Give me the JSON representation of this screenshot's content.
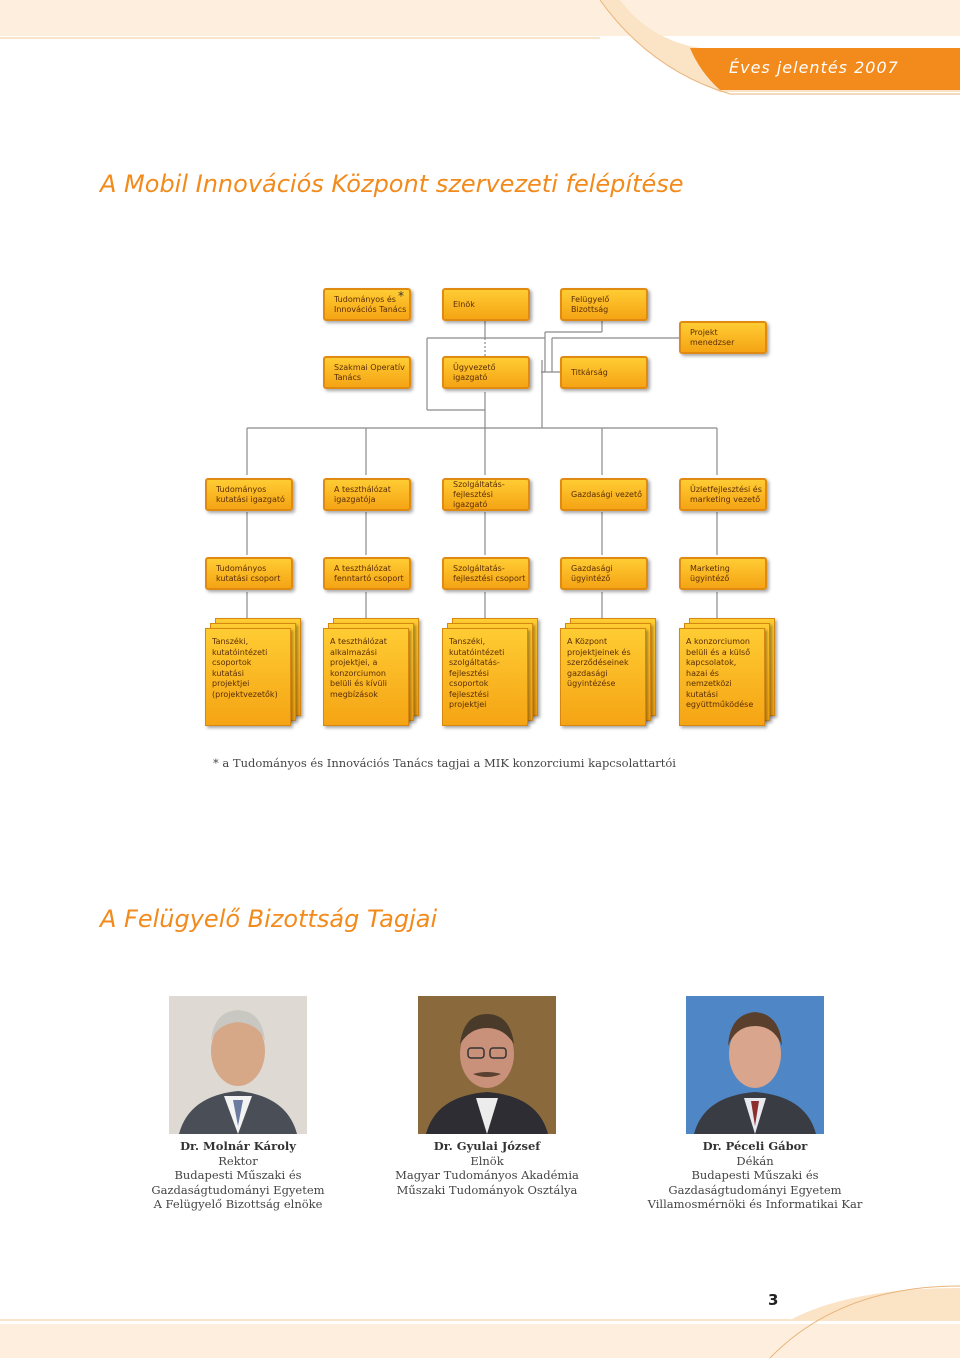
{
  "header": {
    "label": "Éves jelentés 2007",
    "accent_color": "#f28a1c"
  },
  "section_org": {
    "title": "A Mobil Innovációs Központ szervezeti felépítése"
  },
  "org_chart": {
    "row1": [
      {
        "label": "Tudományos és\nInnovációs Tanács",
        "star": "*"
      },
      {
        "label": "Elnök"
      },
      {
        "label": "Felügyelő\nBizottság"
      }
    ],
    "project_manager": "Projekt\nmenedzser",
    "row2": [
      {
        "label": "Szakmai Operatív\nTanács"
      },
      {
        "label": "Ügyvezető\nigazgató"
      },
      {
        "label": "Titkárság"
      }
    ],
    "row3": [
      {
        "label": "Tudományos\nkutatási igazgató"
      },
      {
        "label": "A teszthálózat\nigazgatója"
      },
      {
        "label": "Szolgáltatás-\nfejlesztési igazgató"
      },
      {
        "label": "Gazdasági vezető"
      },
      {
        "label": "Üzletfejlesztési és\nmarketing vezető"
      }
    ],
    "row4": [
      {
        "label": "Tudományos\nkutatási csoport"
      },
      {
        "label": "A teszthálózat\nfenntartó csoport"
      },
      {
        "label": "Szolgáltatás-\nfejlesztési csoport"
      },
      {
        "label": "Gazdasági\nügyintéző"
      },
      {
        "label": "Marketing\nügyintéző"
      }
    ],
    "row5": [
      {
        "label": "Tanszéki,\nkutatóintézeti\ncsoportok\nkutatási\nprojektjei\n(projektvezetők)"
      },
      {
        "label": "A teszthálózat\nalkalmazási\nprojektjei, a\nkonzorciumon\nbelüli és kívüli\nmegbízások"
      },
      {
        "label": "Tanszéki,\nkutatóintézeti\nszolgáltatás-\nfejlesztési\ncsoportok\nfejlesztési\nprojektjei"
      },
      {
        "label": "A Központ\nprojektjeinek és\nszerződéseinek\ngazdasági\nügyintézése"
      },
      {
        "label": "A konzorciumon\nbelüli és a külső\nkapcsolatok,\nhazai és\nnemzetközi\nkutatási\negyüttműködése"
      }
    ]
  },
  "footnote": "* a Tudományos és Innovációs Tanács tagjai a MIK konzorciumi kapcsolattartói",
  "section_board": {
    "title": "A Felügyelő Bizottság Tagjai"
  },
  "members": [
    {
      "name": "Dr. Molnár Károly",
      "lines": [
        "Rektor",
        "Budapesti Műszaki és",
        "Gazdaságtudományi Egyetem",
        "A Felügyelő Bizottság elnöke"
      ]
    },
    {
      "name": "Dr. Gyulai József",
      "lines": [
        "Elnök",
        "Magyar Tudományos Akadémia",
        "Műszaki Tudományok Osztálya"
      ]
    },
    {
      "name": "Dr. Péceli Gábor",
      "lines": [
        "Dékán",
        "Budapesti Műszaki és",
        "Gazdaságtudományi Egyetem",
        "Villamosmérnöki és Informatikai Kar"
      ]
    }
  ],
  "page_number": "3"
}
